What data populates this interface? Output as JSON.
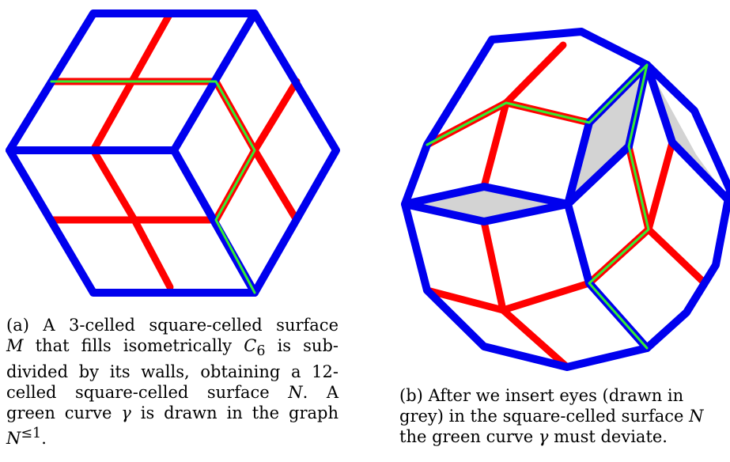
{
  "colors": {
    "walls": "#0000ee",
    "subdivision": "#ff0000",
    "curve": "#33ee33",
    "eye_fill": "#d3d3d3"
  },
  "captions": {
    "a": {
      "tag": "(a)",
      "line1": "A 3-celled square-celled surface",
      "line2_var1": "M",
      "line2_mid": " that fills isometrically ",
      "line2_var2": "C",
      "line2_sub": "6",
      "line2_end": " is sub-",
      "line3": "divided by its walls, obtaining a 12-",
      "line4_pre": "celled square-celled surface ",
      "line4_var": "N",
      "line4_end": ".   A",
      "line5_pre": "green curve ",
      "line5_var": "γ",
      "line5_end": " is drawn in the graph",
      "line6_var": "N",
      "line6_sup": "≤1",
      "line6_end": "."
    },
    "b": {
      "tag": "(b)",
      "line1": "After we insert eyes (drawn in",
      "line2_pre": "grey) in the square-celled surface ",
      "line2_var": "N",
      "line3_pre": "the green curve ",
      "line3_var": "γ",
      "line3_end": " must deviate."
    }
  }
}
